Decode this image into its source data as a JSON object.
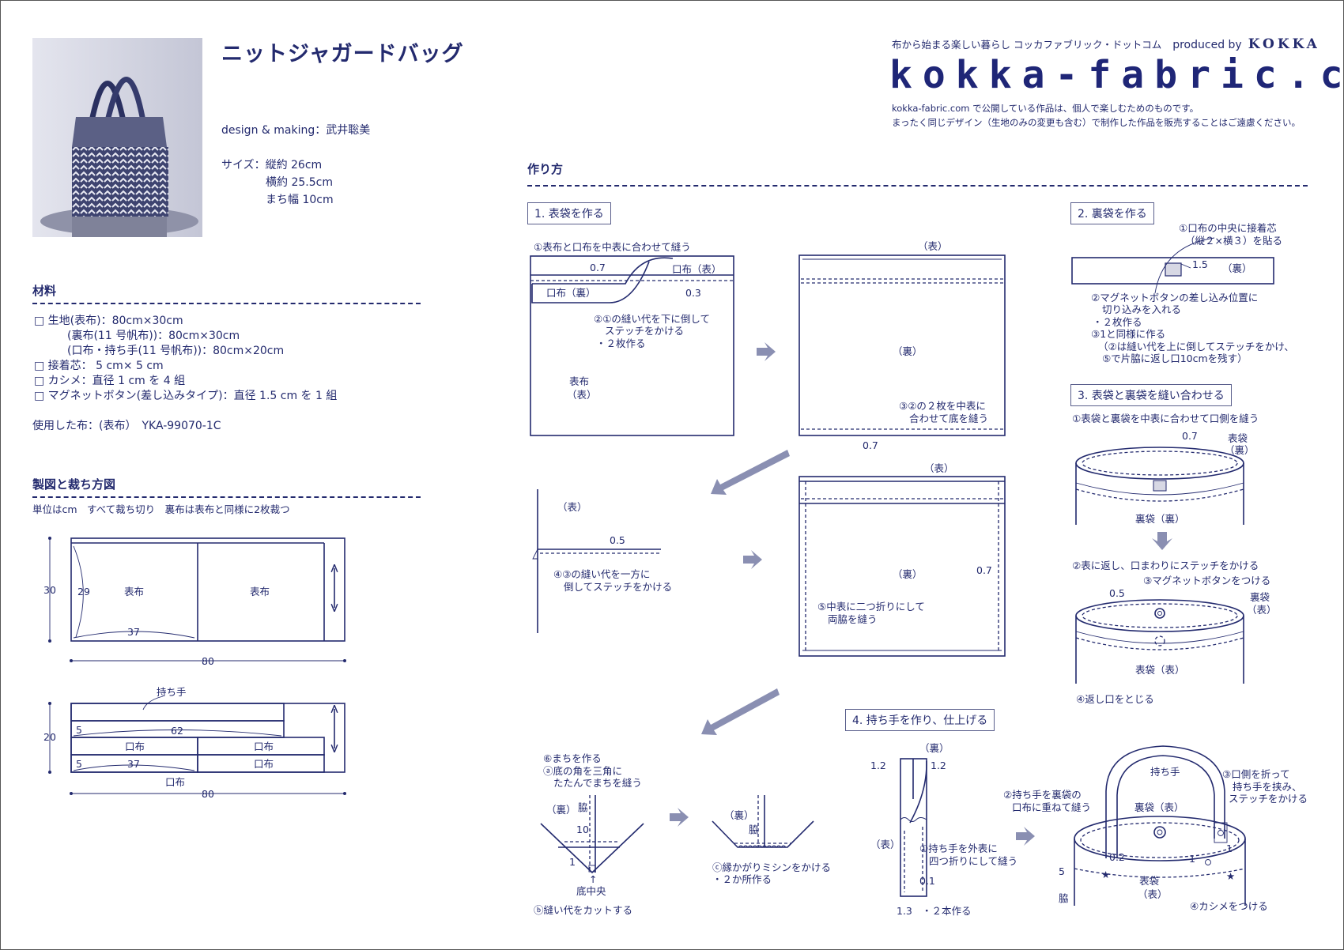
{
  "header": {
    "title": "ニットジャガードバッグ",
    "designer": "design & making：武井聡美",
    "size_label": "サイズ：縦約 26cm",
    "size_width": "横約 25.5cm",
    "size_gusset": "まち幅 10cm",
    "tagline": "布から始まる楽しい暮らし コッカファブリック・ドットコム",
    "produced_by": "produced by",
    "brand": "KOKKA",
    "logo": "kokka-fabric.com",
    "notice_1": "kokka-fabric.com で公開している作品は、個人で楽しむためのものです。",
    "notice_2": "まったく同じデザイン（生地のみの変更も含む）で制作した作品を販売することはご遠慮ください。"
  },
  "materials": {
    "heading": "材料",
    "items": [
      "□ 生地(表布)：80cm×30cm",
      "(裏布(11 号帆布))：80cm×30cm",
      "(口布・持ち手(11 号帆布))：80cm×20cm",
      "□ 接着芯： 5 cm× 5 cm",
      "□ カシメ：直径 1 cm を 4 組",
      "□ マグネットボタン(差し込みタイプ)：直径 1.5 cm を 1 組"
    ],
    "used_fabric": "使用した布：(表布）　YKA-99070-1C"
  },
  "cutting": {
    "heading": "製図と裁ち方図",
    "note": "単位はcm　すべて裁ち切り　裏布は表布と同様に2枚裁つ",
    "d1": [
      "30",
      "29",
      "表布",
      "表布",
      "37",
      "80"
    ],
    "d2": [
      "持ち手",
      "20",
      "5",
      "62",
      "口布",
      "口布",
      "5",
      "37",
      "口布",
      "口布",
      "80"
    ]
  },
  "howto": {
    "heading": "作り方",
    "step1": "1. 表袋を作る",
    "step2": "2. 裏袋を作る",
    "step3": "3. 表袋と裏袋を縫い合わせる",
    "step4": "4. 持ち手を作り、仕上げる"
  },
  "labels": {
    "s1a": [
      "①表布と口布を中表に合わせて縫う",
      "0.7",
      "口布（表）",
      "口布（裏）",
      "0.3",
      "②①の縫い代を下に倒して",
      "ステッチをかける",
      "・２枚作る",
      "表布",
      "（表）"
    ],
    "s1b": [
      "（表）",
      "（裏）",
      "③②の２枚を中表に",
      "合わせて底を縫う",
      "0.7"
    ],
    "s1c": [
      "（表）",
      "0.5",
      "④③の縫い代を一方に",
      "倒してステッチをかける"
    ],
    "s1d": [
      "（表）",
      "（裏）",
      "0.7",
      "⑤中表に二つ折りにして",
      "両脇を縫う"
    ],
    "s1e": [
      "⑥まちを作る",
      "ⓐ底の角を三角に",
      "たたんでまちを縫う",
      "（裏）",
      "脇",
      "10",
      "1",
      "↑",
      "底中央",
      "ⓑ縫い代をカットする"
    ],
    "s1f": [
      "（裏）",
      "脇",
      "ⓒ縁かがりミシンをかける",
      "・２か所作る"
    ],
    "s2": [
      "①口布の中央に接着芯",
      "（縦２×横３）を貼る",
      "1.5",
      "（裏）",
      "②マグネットボタンの差し込み位置に",
      "切り込みを入れる",
      "・２枚作る",
      "③1と同様に作る",
      "（②は縫い代を上に倒してステッチをかけ、",
      "⑤で片脇に返し口10cmを残す）"
    ],
    "s3": [
      "①表袋と裏袋を中表に合わせて口側を縫う",
      "0.7",
      "表袋",
      "（裏）",
      "裏袋（裏）",
      "②表に返し、口まわりにステッチをかける",
      "③マグネットボタンをつける",
      "0.5",
      "裏袋",
      "（表）",
      "表袋（表）",
      "④返し口をとじる"
    ],
    "s4a": [
      "（裏）",
      "1.2",
      "1.2",
      "（表）",
      "①持ち手を外表に",
      "四つ折りにして縫う",
      "0.1",
      "1.3",
      "・２本作る"
    ],
    "s4b": [
      "持ち手",
      "②持ち手を裏袋の",
      "口布に重ねて縫う",
      "③口側を折って",
      "持ち手を挟み、",
      "ステッチをかける",
      "裏袋（表）",
      "0.2",
      "1",
      "1",
      "5",
      "脇",
      "表袋",
      "（表）",
      "④カシメをつける",
      "★",
      "★"
    ]
  },
  "colors": {
    "ink": "#232a6e",
    "arrow": "#8a8fb2"
  }
}
